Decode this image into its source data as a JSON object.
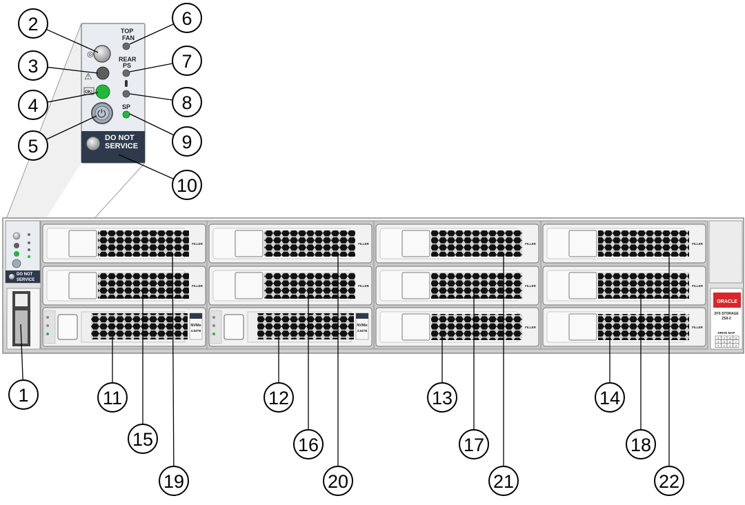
{
  "panel": {
    "top_fan": [
      "TOP",
      "FAN"
    ],
    "rear_ps": [
      "REAR",
      "PS"
    ],
    "sp": "SP",
    "ok": "OK!",
    "do_not_service": [
      "DO NOT",
      "SERVICE"
    ]
  },
  "bays": {
    "filler": "FILLER",
    "nvme": [
      "NVMe",
      "3.84TB"
    ]
  },
  "brand": {
    "logo": "ORACLE",
    "model": [
      "ZFS STORAGE",
      "ZS9-2"
    ],
    "drive_map_title": "DRIVE MAP",
    "drive_map_cells": [
      "8",
      "9",
      "10",
      "11",
      "4",
      "5",
      "6",
      "7",
      "0",
      "1",
      "2",
      "3"
    ]
  },
  "callouts": [
    "1",
    "2",
    "3",
    "4",
    "5",
    "6",
    "7",
    "8",
    "9",
    "10",
    "11",
    "12",
    "13",
    "14",
    "15",
    "16",
    "17",
    "18",
    "19",
    "20",
    "21",
    "22"
  ],
  "colors": {
    "led_green": "#22b83a",
    "led_gray": "#6a6a6a",
    "panel_bg": "#e9ecf0",
    "badge_bg": "#2e3a4c",
    "oracle_red": "#d9262b"
  }
}
